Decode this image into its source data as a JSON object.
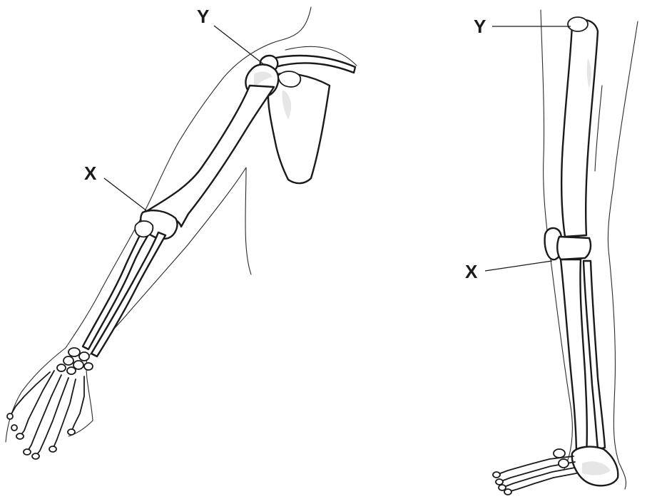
{
  "diagram": {
    "arm": {
      "label_y": "Y",
      "label_x": "X"
    },
    "leg": {
      "label_y": "Y",
      "label_x": "X"
    }
  }
}
